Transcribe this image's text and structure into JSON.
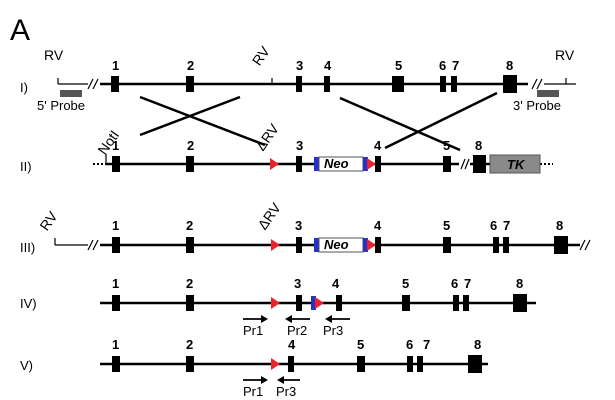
{
  "panel_label": "A",
  "rows": [
    {
      "roman": "I)",
      "exon_labels": [
        "1",
        "2",
        "3",
        "4",
        "5",
        "6",
        "7",
        "8"
      ],
      "site_labels": [
        "RV",
        "RV",
        "RV"
      ],
      "probe_labels": [
        "5' Probe",
        "3' Probe"
      ]
    },
    {
      "roman": "II)",
      "exon_labels": [
        "1",
        "2",
        "3",
        "4",
        "5",
        "8"
      ],
      "site_labels": [
        "NotI",
        "ΔRV"
      ],
      "cassette_labels": [
        "Neo",
        "TK"
      ]
    },
    {
      "roman": "III)",
      "exon_labels": [
        "1",
        "2",
        "3",
        "4",
        "5",
        "6",
        "7",
        "8"
      ],
      "site_labels": [
        "RV",
        "ΔRV"
      ],
      "cassette_labels": [
        "Neo"
      ]
    },
    {
      "roman": "IV)",
      "exon_labels": [
        "1",
        "2",
        "3",
        "4",
        "5",
        "6",
        "7",
        "8"
      ],
      "primer_labels": [
        "Pr1",
        "Pr2",
        "Pr3"
      ]
    },
    {
      "roman": "V)",
      "exon_labels": [
        "1",
        "2",
        "4",
        "5",
        "6",
        "7",
        "8"
      ],
      "primer_labels": [
        "Pr1",
        "Pr3"
      ]
    }
  ],
  "colors": {
    "line": "#000000",
    "exon": "#000000",
    "lox": "#e8232a",
    "frt": "#2233cc",
    "neo_fill": "#ffffff",
    "tk_fill": "#8a8a8a",
    "probe_fill": "#555555"
  }
}
